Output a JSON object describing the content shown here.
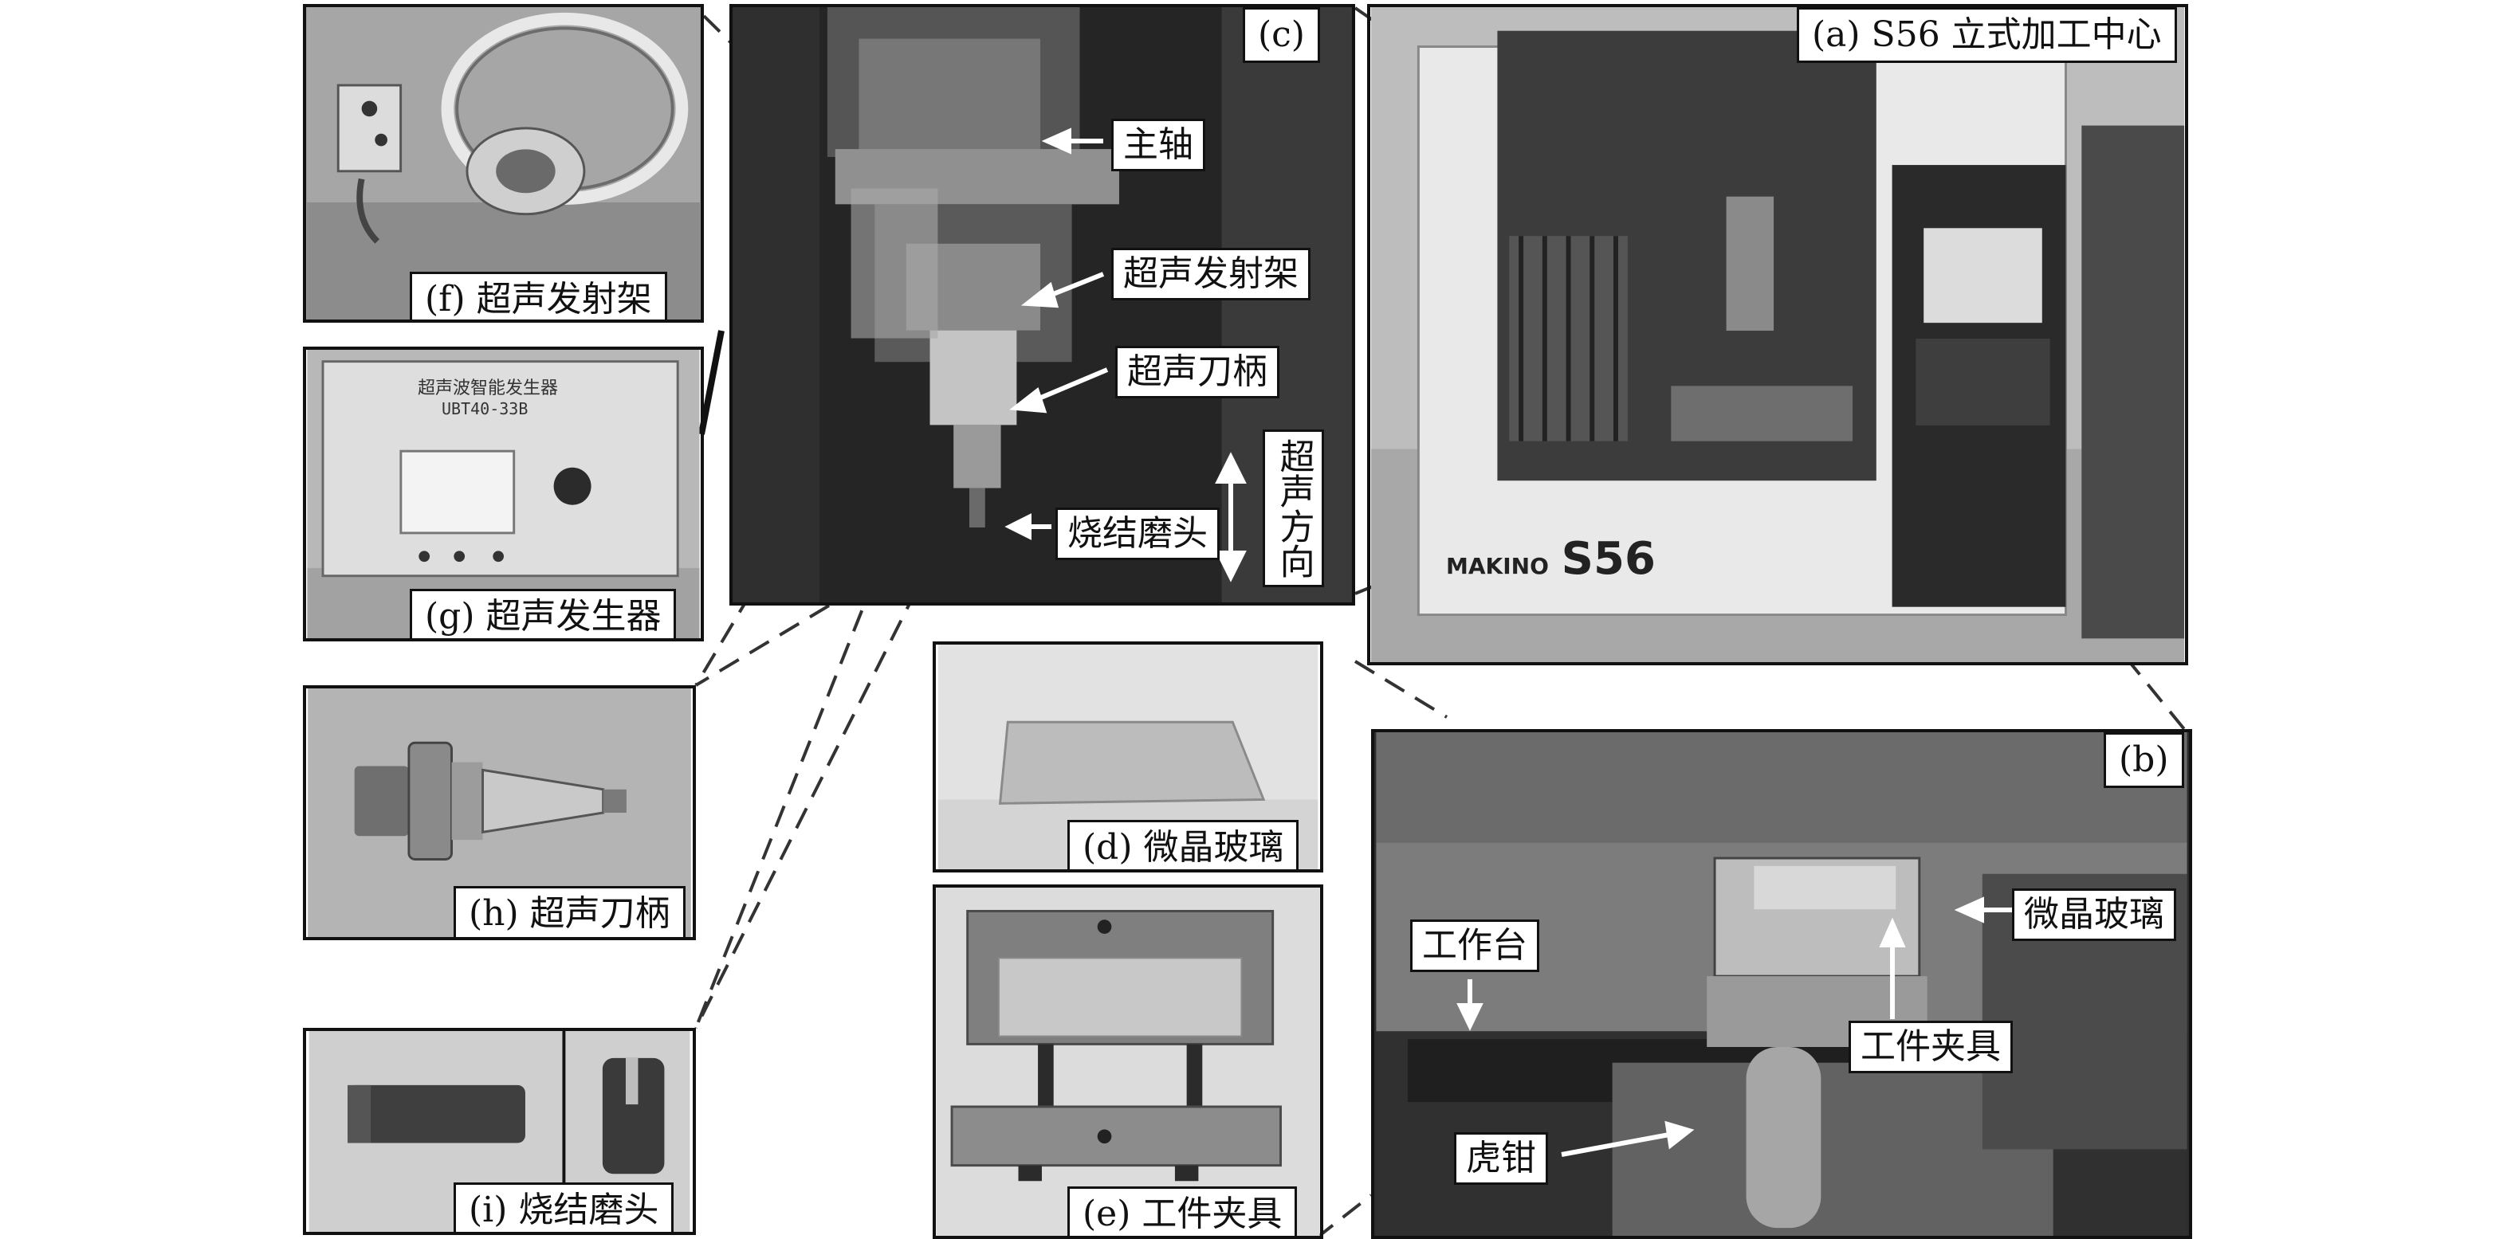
{
  "panels": {
    "a": {
      "caption": "(a) S56 立式加工中心",
      "brand": "MAKINO",
      "model": "S56"
    },
    "b": {
      "caption": "(b)",
      "labels": {
        "glass": "微晶玻璃",
        "table": "工作台",
        "fixture": "工件夹具",
        "vise": "虎钳"
      }
    },
    "c": {
      "caption": "(c)",
      "labels": {
        "spindle": "主轴",
        "ultra_frame": "超声发射架",
        "ultra_holder": "超声刀柄",
        "grinding_head": "烧结磨头",
        "direction": "超声方向"
      }
    },
    "d": {
      "caption": "(d) 微晶玻璃"
    },
    "e": {
      "caption": "(e) 工件夹具"
    },
    "f": {
      "caption": "(f) 超声发射架"
    },
    "g": {
      "caption": "(g) 超声发生器",
      "device_title": "超声波智能发生器",
      "device_model": "UBT40-33B"
    },
    "h": {
      "caption": "(h) 超声刀柄"
    },
    "i": {
      "caption": "(i) 烧结磨头"
    }
  }
}
